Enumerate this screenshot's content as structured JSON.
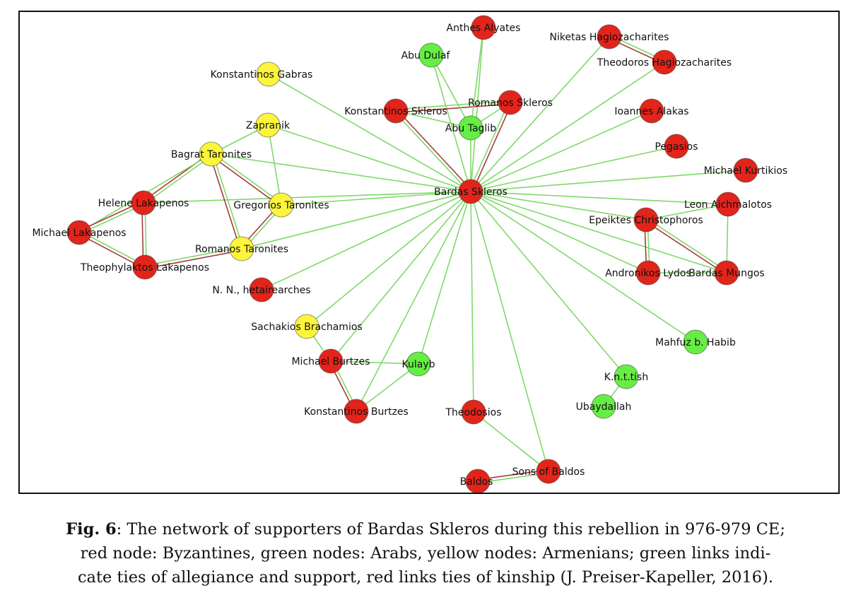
{
  "caption": {
    "label": "Fig. 6",
    "line1": ": The network of supporters of Bardas Skleros during this rebellion in 976-979 CE;",
    "line2": "red node: Byzantines, green nodes: Arabs, yellow nodes: Armenians; green links indi-",
    "line3": "cate ties of allegiance and support, red links ties of kinship (J. Preiser-Kapeller, 2016)."
  },
  "colors": {
    "byzantine": "#e3241b",
    "arab": "#66ee44",
    "armenian": "#fcf53b",
    "allegiance_link": "#7fd96a",
    "kinship_link": "#a83a40"
  },
  "nodes": [
    {
      "id": "bardas_skleros",
      "label": "Bardas Skleros",
      "group": "byzantine"
    },
    {
      "id": "anthes_alyates",
      "label": "Anthes Alyates",
      "group": "byzantine"
    },
    {
      "id": "niketas_hag",
      "label": "Niketas Hagiozacharites",
      "group": "byzantine"
    },
    {
      "id": "theodoros_hag",
      "label": "Theodoros Hagiozacharites",
      "group": "byzantine"
    },
    {
      "id": "abu_dulaf",
      "label": "Abu Dulaf",
      "group": "arab"
    },
    {
      "id": "konst_gabras",
      "label": "Konstantinos Gabras",
      "group": "armenian"
    },
    {
      "id": "konst_skleros",
      "label": "Konstantinos Skleros",
      "group": "byzantine"
    },
    {
      "id": "romanos_skleros",
      "label": "Romanos Skleros",
      "group": "byzantine"
    },
    {
      "id": "abu_taglib",
      "label": "Abu Taglib",
      "group": "arab"
    },
    {
      "id": "ioannes_alakas",
      "label": "Ioannes Alakas",
      "group": "byzantine"
    },
    {
      "id": "zapranik",
      "label": "Zapranik",
      "group": "armenian"
    },
    {
      "id": "pegasios",
      "label": "Pegasios",
      "group": "byzantine"
    },
    {
      "id": "bagrat_taronites",
      "label": "Bagrat Taronites",
      "group": "armenian"
    },
    {
      "id": "michael_kurtikios",
      "label": "Michael Kurtikios",
      "group": "byzantine"
    },
    {
      "id": "helene_lakapenos",
      "label": "Helene Lakapenos",
      "group": "byzantine"
    },
    {
      "id": "gregorios_taronites",
      "label": "Gregorios Taronites",
      "group": "armenian"
    },
    {
      "id": "leon_aichmalotos",
      "label": "Leon Aichmalotos",
      "group": "byzantine"
    },
    {
      "id": "michael_lakapenos",
      "label": "Michael Lakapenos",
      "group": "byzantine"
    },
    {
      "id": "epeiktes",
      "label": "Epeiktes Christophoros",
      "group": "byzantine"
    },
    {
      "id": "romanos_taronites",
      "label": "Romanos Taronites",
      "group": "armenian"
    },
    {
      "id": "theophylaktos",
      "label": "Theophylaktos Lakapenos",
      "group": "byzantine"
    },
    {
      "id": "andronikos_lydos",
      "label": "Andronikos Lydos",
      "group": "byzantine"
    },
    {
      "id": "bardas_mungos",
      "label": "Bardas Mungos",
      "group": "byzantine"
    },
    {
      "id": "nn_hetairearches",
      "label": "N. N., hetairearches",
      "group": "byzantine"
    },
    {
      "id": "sachakios",
      "label": "Sachakios Brachamios",
      "group": "armenian"
    },
    {
      "id": "mahfuz",
      "label": "Mahfuz b. Habib",
      "group": "arab"
    },
    {
      "id": "michael_burtzes",
      "label": "Michael Burtzes",
      "group": "byzantine"
    },
    {
      "id": "kulayb",
      "label": "Kulayb",
      "group": "arab"
    },
    {
      "id": "kntish",
      "label": "K.n.t.tish",
      "group": "arab"
    },
    {
      "id": "konst_burtzes",
      "label": "Konstantinos Burtzes",
      "group": "byzantine"
    },
    {
      "id": "theodosios",
      "label": "Theodosios",
      "group": "byzantine"
    },
    {
      "id": "ubaydallah",
      "label": "Ubaydallah",
      "group": "arab"
    },
    {
      "id": "sons_of_baldos",
      "label": "Sons of Baldos",
      "group": "byzantine"
    },
    {
      "id": "baldos",
      "label": "Baldos",
      "group": "byzantine"
    }
  ],
  "links": [
    {
      "source": "bardas_skleros",
      "target": "anthes_alyates",
      "type": "allegiance"
    },
    {
      "source": "bardas_skleros",
      "target": "niketas_hag",
      "type": "allegiance"
    },
    {
      "source": "bardas_skleros",
      "target": "theodoros_hag",
      "type": "allegiance"
    },
    {
      "source": "bardas_skleros",
      "target": "abu_dulaf",
      "type": "allegiance"
    },
    {
      "source": "bardas_skleros",
      "target": "konst_gabras",
      "type": "allegiance"
    },
    {
      "source": "bardas_skleros",
      "target": "konst_skleros",
      "type": "kinship"
    },
    {
      "source": "bardas_skleros",
      "target": "konst_skleros",
      "type": "allegiance"
    },
    {
      "source": "bardas_skleros",
      "target": "romanos_skleros",
      "type": "kinship"
    },
    {
      "source": "bardas_skleros",
      "target": "romanos_skleros",
      "type": "allegiance"
    },
    {
      "source": "bardas_skleros",
      "target": "abu_taglib",
      "type": "allegiance"
    },
    {
      "source": "bardas_skleros",
      "target": "ioannes_alakas",
      "type": "allegiance"
    },
    {
      "source": "bardas_skleros",
      "target": "zapranik",
      "type": "allegiance"
    },
    {
      "source": "bardas_skleros",
      "target": "pegasios",
      "type": "allegiance"
    },
    {
      "source": "bardas_skleros",
      "target": "bagrat_taronites",
      "type": "allegiance"
    },
    {
      "source": "bardas_skleros",
      "target": "michael_kurtikios",
      "type": "allegiance"
    },
    {
      "source": "bardas_skleros",
      "target": "helene_lakapenos",
      "type": "allegiance"
    },
    {
      "source": "bardas_skleros",
      "target": "gregorios_taronites",
      "type": "allegiance"
    },
    {
      "source": "bardas_skleros",
      "target": "leon_aichmalotos",
      "type": "allegiance"
    },
    {
      "source": "bardas_skleros",
      "target": "epeiktes",
      "type": "allegiance"
    },
    {
      "source": "bardas_skleros",
      "target": "romanos_taronites",
      "type": "allegiance"
    },
    {
      "source": "bardas_skleros",
      "target": "andronikos_lydos",
      "type": "allegiance"
    },
    {
      "source": "bardas_skleros",
      "target": "bardas_mungos",
      "type": "allegiance"
    },
    {
      "source": "bardas_skleros",
      "target": "nn_hetairearches",
      "type": "allegiance"
    },
    {
      "source": "bardas_skleros",
      "target": "sachakios",
      "type": "allegiance"
    },
    {
      "source": "bardas_skleros",
      "target": "mahfuz",
      "type": "allegiance"
    },
    {
      "source": "bardas_skleros",
      "target": "michael_burtzes",
      "type": "allegiance"
    },
    {
      "source": "bardas_skleros",
      "target": "kulayb",
      "type": "allegiance"
    },
    {
      "source": "bardas_skleros",
      "target": "kntish",
      "type": "allegiance"
    },
    {
      "source": "bardas_skleros",
      "target": "konst_burtzes",
      "type": "allegiance"
    },
    {
      "source": "bardas_skleros",
      "target": "theodosios",
      "type": "allegiance"
    },
    {
      "source": "bardas_skleros",
      "target": "sons_of_baldos",
      "type": "allegiance"
    },
    {
      "source": "niketas_hag",
      "target": "theodoros_hag",
      "type": "kinship"
    },
    {
      "source": "niketas_hag",
      "target": "theodoros_hag",
      "type": "allegiance"
    },
    {
      "source": "konst_skleros",
      "target": "romanos_skleros",
      "type": "kinship"
    },
    {
      "source": "konst_skleros",
      "target": "romanos_skleros",
      "type": "allegiance"
    },
    {
      "source": "konst_skleros",
      "target": "abu_taglib",
      "type": "allegiance"
    },
    {
      "source": "romanos_skleros",
      "target": "abu_taglib",
      "type": "allegiance"
    },
    {
      "source": "abu_dulaf",
      "target": "abu_taglib",
      "type": "allegiance"
    },
    {
      "source": "anthes_alyates",
      "target": "abu_taglib",
      "type": "allegiance"
    },
    {
      "source": "zapranik",
      "target": "bagrat_taronites",
      "type": "allegiance"
    },
    {
      "source": "zapranik",
      "target": "gregorios_taronites",
      "type": "allegiance"
    },
    {
      "source": "bagrat_taronites",
      "target": "gregorios_taronites",
      "type": "kinship"
    },
    {
      "source": "bagrat_taronites",
      "target": "gregorios_taronites",
      "type": "allegiance"
    },
    {
      "source": "bagrat_taronites",
      "target": "romanos_taronites",
      "type": "kinship"
    },
    {
      "source": "bagrat_taronites",
      "target": "romanos_taronites",
      "type": "allegiance"
    },
    {
      "source": "gregorios_taronites",
      "target": "romanos_taronites",
      "type": "kinship"
    },
    {
      "source": "gregorios_taronites",
      "target": "romanos_taronites",
      "type": "allegiance"
    },
    {
      "source": "bagrat_taronites",
      "target": "helene_lakapenos",
      "type": "kinship"
    },
    {
      "source": "bagrat_taronites",
      "target": "helene_lakapenos",
      "type": "allegiance"
    },
    {
      "source": "bagrat_taronites",
      "target": "michael_lakapenos",
      "type": "allegiance"
    },
    {
      "source": "helene_lakapenos",
      "target": "michael_lakapenos",
      "type": "kinship"
    },
    {
      "source": "helene_lakapenos",
      "target": "michael_lakapenos",
      "type": "allegiance"
    },
    {
      "source": "helene_lakapenos",
      "target": "theophylaktos",
      "type": "kinship"
    },
    {
      "source": "helene_lakapenos",
      "target": "theophylaktos",
      "type": "allegiance"
    },
    {
      "source": "michael_lakapenos",
      "target": "theophylaktos",
      "type": "kinship"
    },
    {
      "source": "michael_lakapenos",
      "target": "theophylaktos",
      "type": "allegiance"
    },
    {
      "source": "theophylaktos",
      "target": "romanos_taronites",
      "type": "kinship"
    },
    {
      "source": "theophylaktos",
      "target": "romanos_taronites",
      "type": "allegiance"
    },
    {
      "source": "epeiktes",
      "target": "andronikos_lydos",
      "type": "kinship"
    },
    {
      "source": "epeiktes",
      "target": "andronikos_lydos",
      "type": "allegiance"
    },
    {
      "source": "epeiktes",
      "target": "bardas_mungos",
      "type": "kinship"
    },
    {
      "source": "epeiktes",
      "target": "bardas_mungos",
      "type": "allegiance"
    },
    {
      "source": "andronikos_lydos",
      "target": "bardas_mungos",
      "type": "allegiance"
    },
    {
      "source": "leon_aichmalotos",
      "target": "bardas_mungos",
      "type": "allegiance"
    },
    {
      "source": "leon_aichmalotos",
      "target": "epeiktes",
      "type": "allegiance"
    },
    {
      "source": "sachakios",
      "target": "michael_burtzes",
      "type": "allegiance"
    },
    {
      "source": "michael_burtzes",
      "target": "kulayb",
      "type": "allegiance"
    },
    {
      "source": "michael_burtzes",
      "target": "konst_burtzes",
      "type": "kinship"
    },
    {
      "source": "michael_burtzes",
      "target": "konst_burtzes",
      "type": "allegiance"
    },
    {
      "source": "kulayb",
      "target": "konst_burtzes",
      "type": "allegiance"
    },
    {
      "source": "kntish",
      "target": "ubaydallah",
      "type": "allegiance"
    },
    {
      "source": "theodosios",
      "target": "sons_of_baldos",
      "type": "allegiance"
    },
    {
      "source": "sons_of_baldos",
      "target": "baldos",
      "type": "kinship"
    },
    {
      "source": "sons_of_baldos",
      "target": "baldos",
      "type": "allegiance"
    }
  ]
}
